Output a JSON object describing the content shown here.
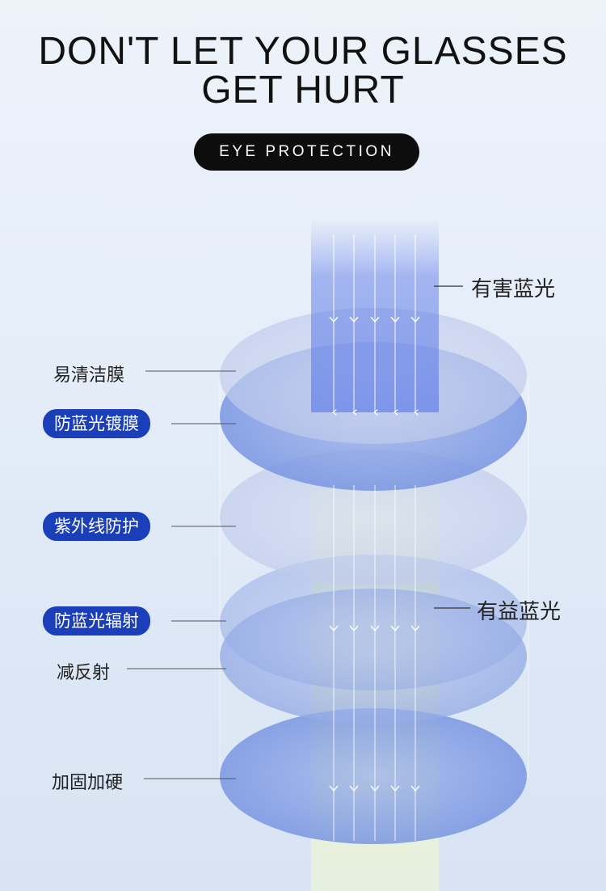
{
  "title": {
    "line1": "DON'T LET YOUR GLASSES",
    "line2": "GET HURT"
  },
  "badge": "EYE PROTECTION",
  "right_labels": {
    "harmful": "有害蓝光",
    "beneficial": "有益蓝光"
  },
  "layers": [
    {
      "label": "易清洁膜",
      "highlight": false
    },
    {
      "label": "防蓝光镀膜",
      "highlight": true
    },
    {
      "label": "紫外线防护",
      "highlight": true
    },
    {
      "label": "防蓝光辐射",
      "highlight": true
    },
    {
      "label": "减反射",
      "highlight": false
    },
    {
      "label": "加固加硬",
      "highlight": false
    }
  ],
  "colors": {
    "accent": "#1a3fb8",
    "badge_bg": "#0d0d0d",
    "harmful_beam": "#5a78e8",
    "beneficial_beam": "#e8f5b0"
  }
}
